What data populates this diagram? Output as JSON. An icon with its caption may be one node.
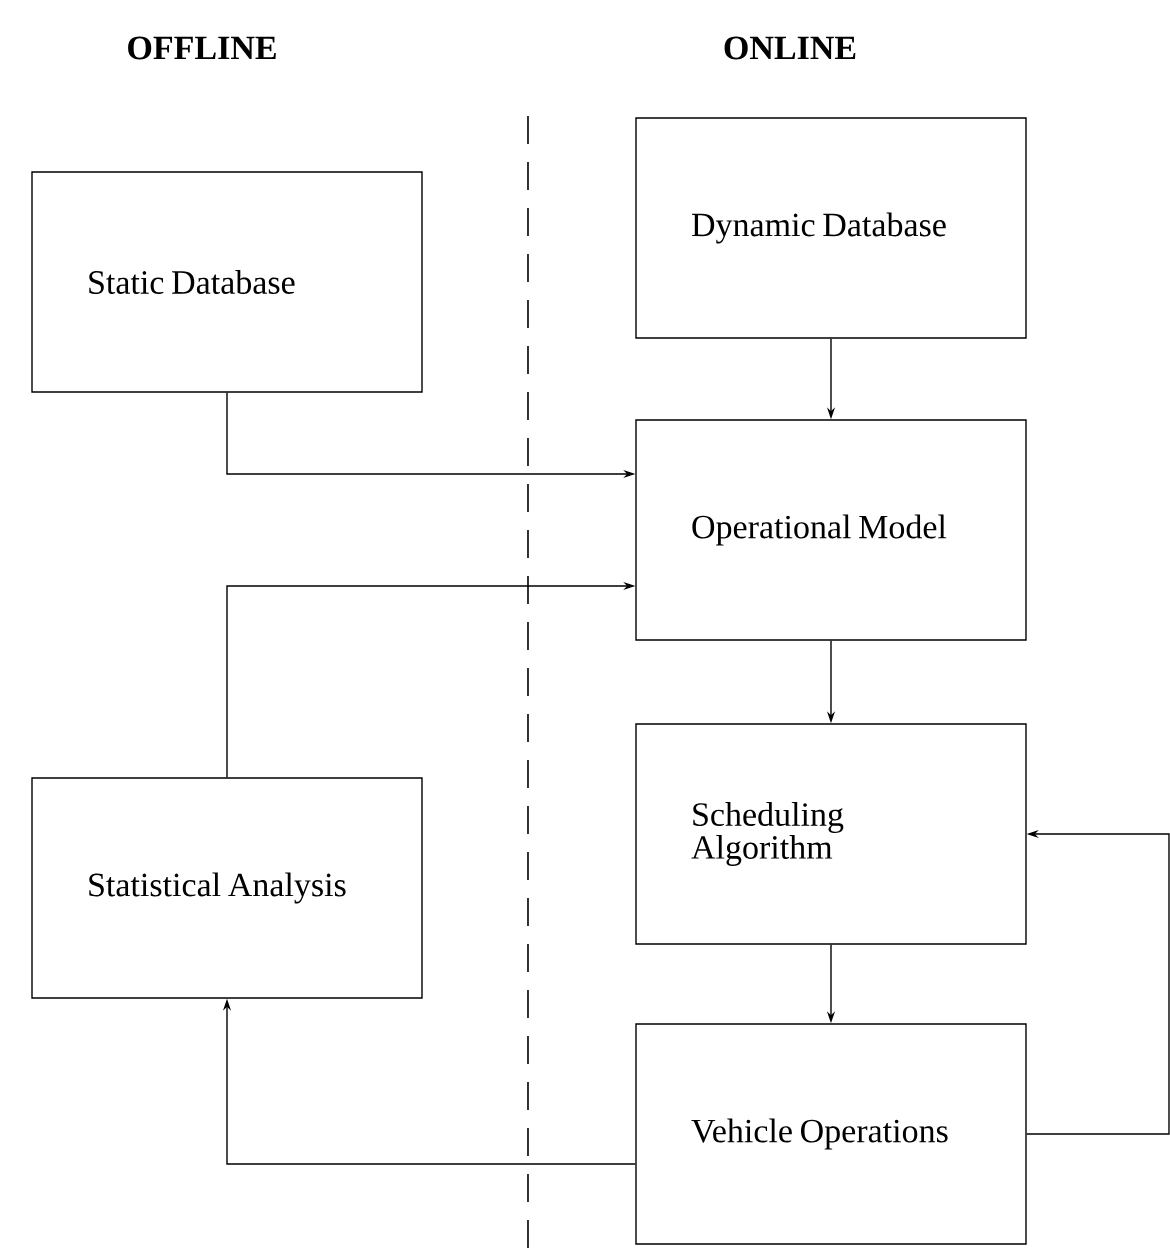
{
  "diagram": {
    "nodes": [
      {
        "text": [
          "Static Database"
        ]
      },
      {
        "text": [
          "Dynamic Database"
        ]
      },
      {
        "text": [
          "Operational Model"
        ]
      },
      {
        "text": [
          "Statistical Analysis"
        ]
      },
      {
        "text": [
          "Scheduling Algorithm"
        ]
      },
      {
        "text": [
          "Vehicle Operations"
        ]
      }
    ],
    "edges": [
      {
        "from": 1,
        "to": 2,
        "arrow": "to"
      },
      {
        "from": 0,
        "to": 2,
        "arrow": "to"
      },
      {
        "from": 3,
        "to": 2,
        "arrow": "to"
      },
      {
        "from": 2,
        "to": 4,
        "arrow": "to"
      },
      {
        "from": 4,
        "to": 5,
        "arrow": "to"
      },
      {
        "from": 5,
        "to": 3,
        "arrow": "to"
      },
      {
        "from": 5,
        "to": 4,
        "arrow": "to"
      }
    ],
    "labels": [
      "OFFLINE",
      "ONLINE"
    ]
  }
}
